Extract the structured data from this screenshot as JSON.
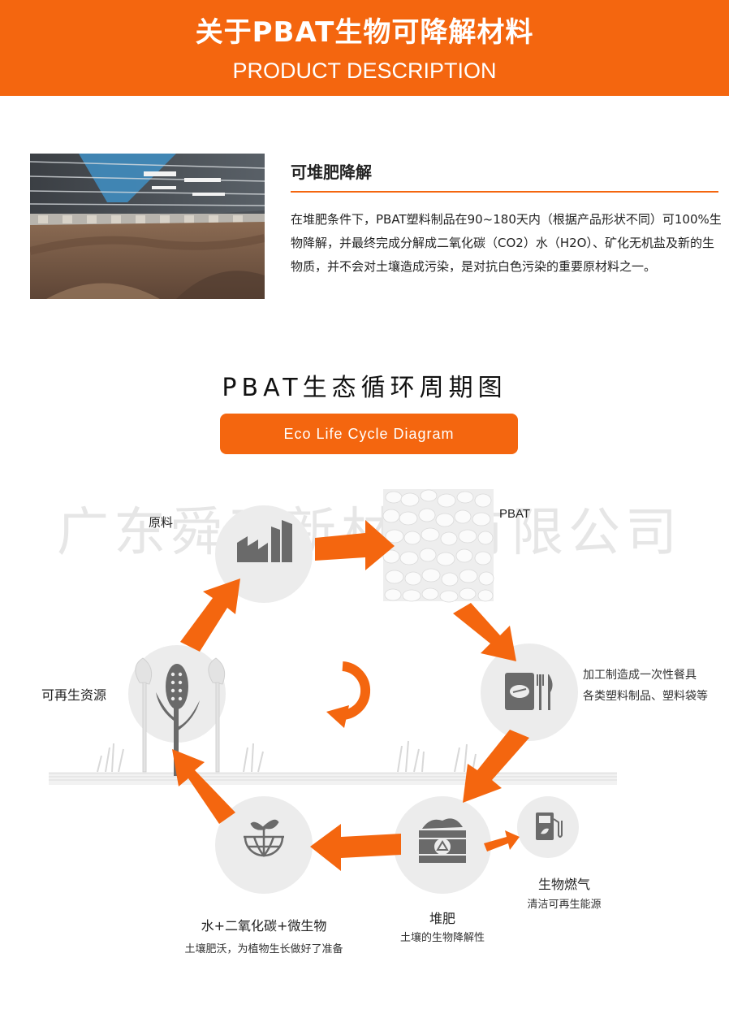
{
  "header": {
    "title": "关于PBAT生物可降解材料",
    "subtitle": "PRODUCT DESCRIPTION"
  },
  "section": {
    "title": "可堆肥降解",
    "body": "在堆肥条件下，PBAT塑料制品在90~180天内（根据产品形状不同）可100%生物降解，并最终完成分解成二氧化碳（CO2）水（H2O）、矿化无机盐及新的生物质，并不会对土壤造成污染，是对抗白色污染的重要原材料之一。"
  },
  "cycle": {
    "title": "PBAT生态循环周期图",
    "badge": "Eco Life Cycle Diagram",
    "watermark": "广东舜天新材料有限公司",
    "nodes": {
      "raw": {
        "label": "原料",
        "icon": "factory-icon"
      },
      "pbat": {
        "label": "PBAT",
        "icon": "pellets-image"
      },
      "processing": {
        "label1": "加工制造成一次性餐具",
        "label2": "各类塑料制品、塑料袋等",
        "icon": "tableware-icon"
      },
      "compost": {
        "label": "堆肥",
        "sub": "土壤的生物降解性",
        "icon": "compost-recycle-icon"
      },
      "biogas": {
        "label": "生物燃气",
        "sub": "清洁可再生能源",
        "icon": "fuel-pump-icon"
      },
      "soil": {
        "label": "水+二氧化碳+微生物",
        "sub": "土壤肥沃，为植物生长做好了准备",
        "icon": "sprout-globe-icon"
      },
      "renewable": {
        "label": "可再生资源",
        "icon": "corn-icon"
      }
    },
    "colors": {
      "accent": "#f4660f",
      "circle": "#ececec",
      "icon": "#6a6a6a"
    }
  }
}
